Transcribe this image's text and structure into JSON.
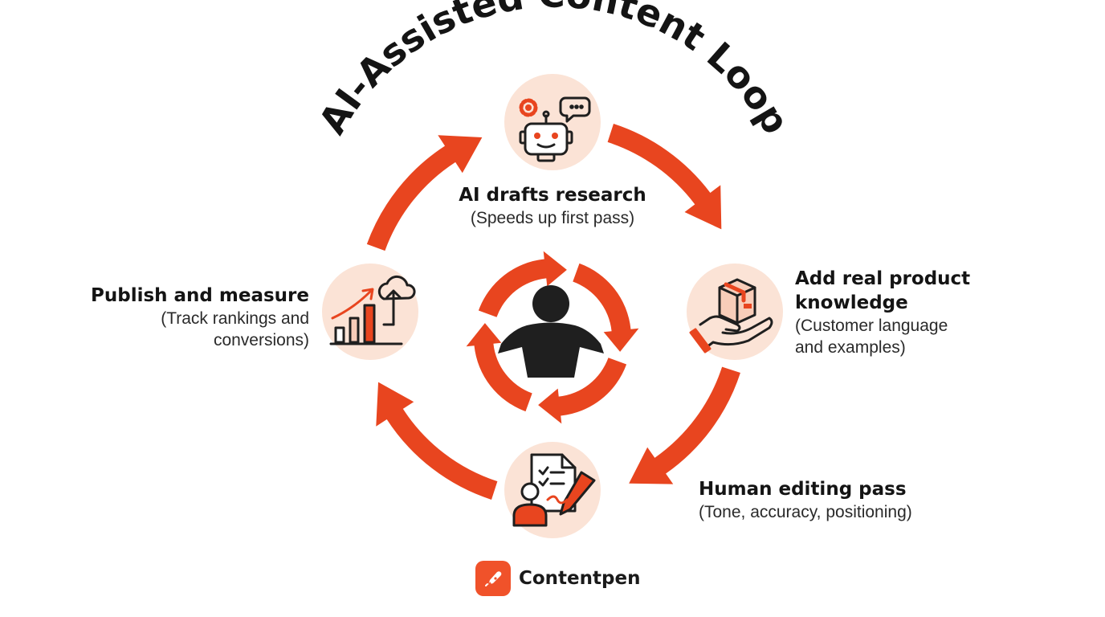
{
  "title": "AI-Assisted Content Loop",
  "colors": {
    "accent": "#e8451f",
    "node_fill": "#fbe3d6",
    "ink": "#1f1f1f"
  },
  "steps": [
    {
      "title": "AI drafts research",
      "subtitle": "(Speeds up first pass)",
      "icon": "robot-with-gear-and-chat-icon"
    },
    {
      "title": "Add real product knowledge",
      "title_lines": [
        "Add real product",
        "knowledge"
      ],
      "subtitle": "(Customer language and examples)",
      "subtitle_lines": [
        "(Customer language",
        "and examples)"
      ],
      "icon": "hand-holding-box-icon"
    },
    {
      "title": "Human editing pass",
      "subtitle": "(Tone, accuracy, positioning)",
      "icon": "person-editing-document-icon"
    },
    {
      "title": "Publish and measure",
      "subtitle": "(Track rankings and conversions)",
      "subtitle_lines": [
        "(Track rankings and",
        "conversions)"
      ],
      "icon": "bar-chart-with-cloud-upload-icon"
    }
  ],
  "center_icon": "person-in-cycle-icon",
  "brand": {
    "name": "Contentpen",
    "icon": "pen-logo-icon"
  }
}
